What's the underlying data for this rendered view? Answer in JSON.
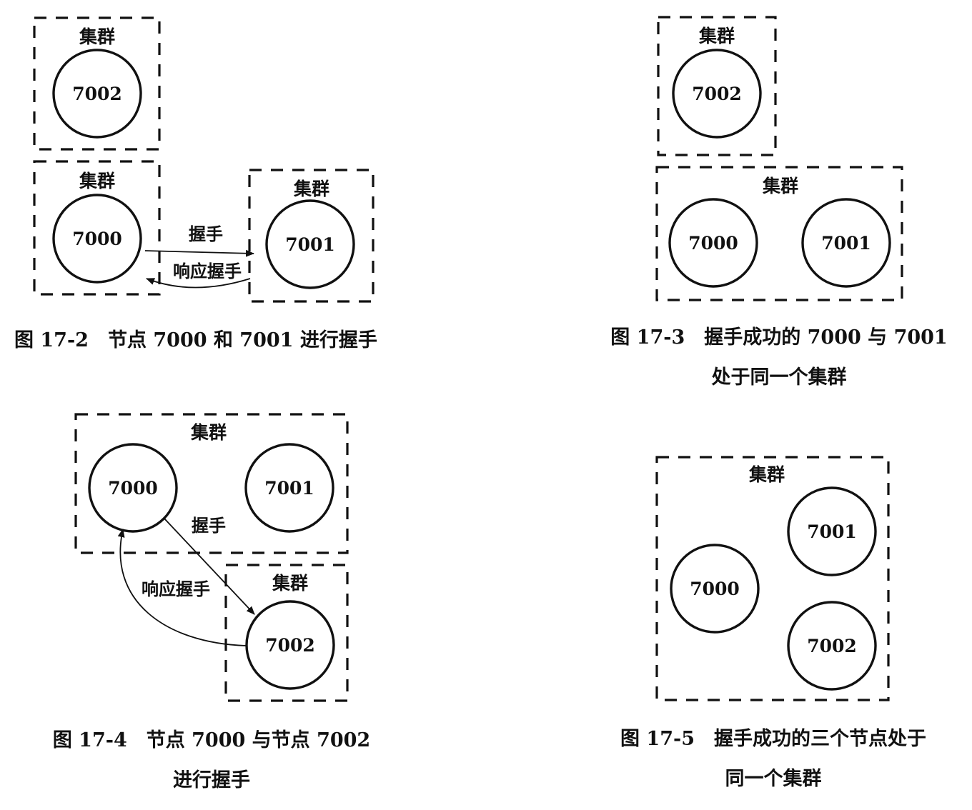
{
  "cluster_label": "集群",
  "node_7000": "7000",
  "node_7001": "7001",
  "node_7002": "7002",
  "edge_handshake": "握手",
  "edge_response": "响应握手",
  "figures": {
    "fig_17_2": {
      "caption": [
        "图 17-2　节点 7000 和 7001 进行握手"
      ]
    },
    "fig_17_3": {
      "caption": [
        "图 17-3　握手成功的 7000 与 7001",
        "处于同一个集群"
      ]
    },
    "fig_17_4": {
      "caption": [
        "图 17-4　节点 7000 与节点 7002",
        "进行握手"
      ]
    },
    "fig_17_5": {
      "caption": [
        "图 17-5　握手成功的三个节点处于",
        "同一个集群"
      ]
    }
  },
  "colors": {
    "ink": "#111111",
    "background": "#ffffff"
  }
}
